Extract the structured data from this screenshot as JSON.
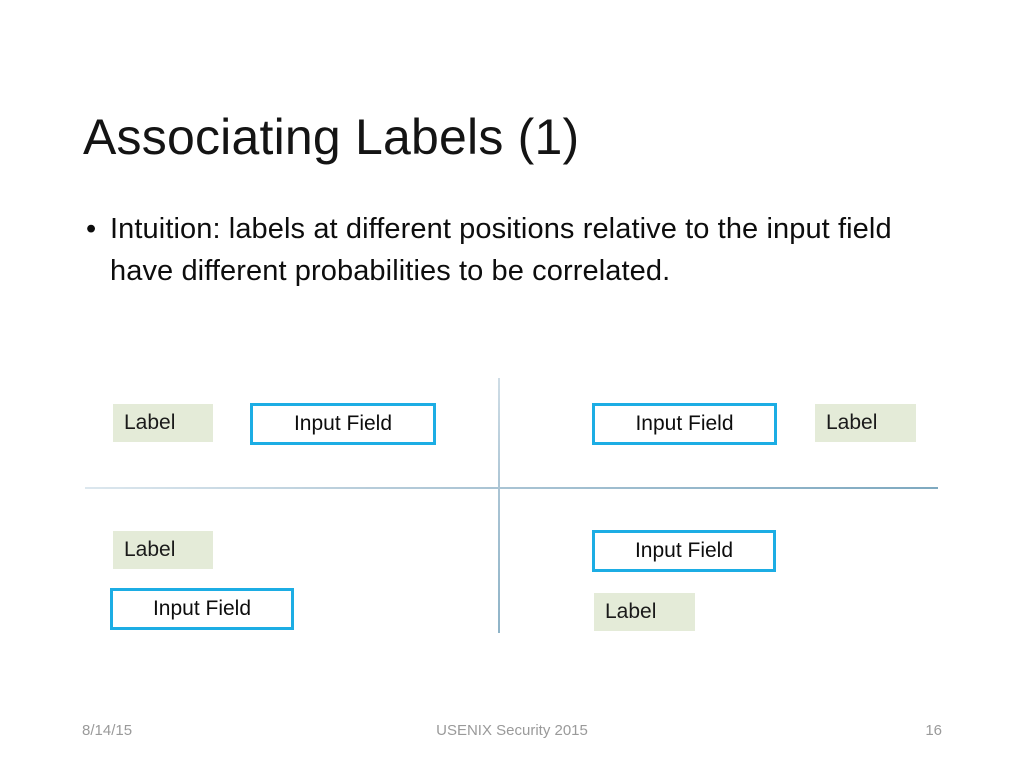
{
  "slide": {
    "title": "Associating Labels (1)",
    "bullets": [
      {
        "marker": "•",
        "text": "Intuition: labels at different positions relative to the input field have different probabilities to be correlated."
      }
    ]
  },
  "diagram": {
    "label_text": "Label",
    "input_text": "Input Field",
    "quadrants": [
      {
        "id": "top-left",
        "arrangement": "label-left-of-input",
        "label": "Label",
        "input": "Input Field"
      },
      {
        "id": "top-right",
        "arrangement": "label-right-of-input",
        "label": "Label",
        "input": "Input Field"
      },
      {
        "id": "bottom-left",
        "arrangement": "label-above-input",
        "label": "Label",
        "input": "Input Field"
      },
      {
        "id": "bottom-right",
        "arrangement": "label-below-input",
        "label": "Label",
        "input": "Input Field"
      }
    ],
    "colors": {
      "label_fill": "#e4ebd8",
      "input_border": "#1cade4",
      "input_fill": "#ffffff",
      "divider_line": "#93b6ca"
    }
  },
  "footer": {
    "date": "8/14/15",
    "conference": "USENIX Security 2015",
    "page_number": "16"
  }
}
